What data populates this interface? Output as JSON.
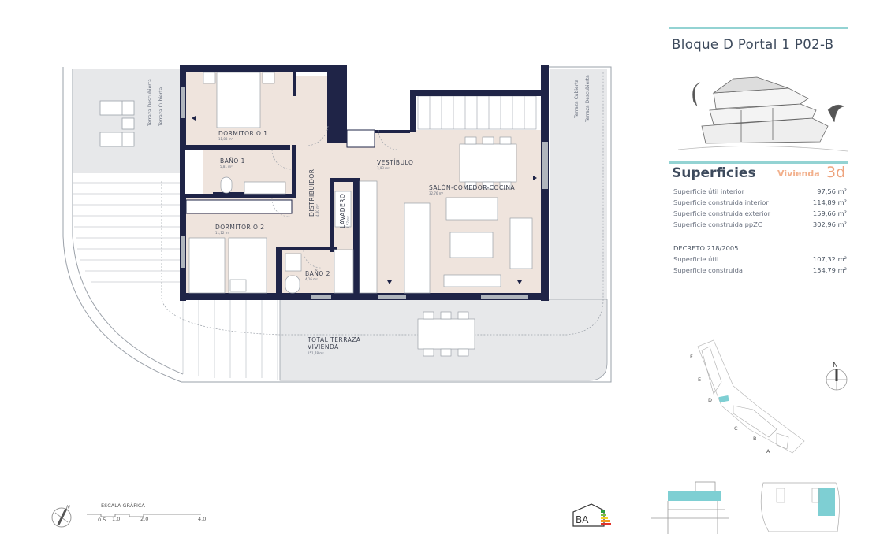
{
  "header": {
    "title": "Bloque D Portal 1 P02-B"
  },
  "superficies": {
    "heading": "Superficies",
    "vivienda_label": "Vivienda",
    "vivienda_type": "3d",
    "rows": [
      {
        "label": "Superficie útil interior",
        "value": "97,56 m²"
      },
      {
        "label": "Superficie construida interior",
        "value": "114,89 m²"
      },
      {
        "label": "Superficie construida exterior",
        "value": "159,66 m²"
      },
      {
        "label": "Superficie construida ppZC",
        "value": "302,96 m²"
      }
    ],
    "decreto": {
      "heading": "DECRETO 218/2005",
      "rows": [
        {
          "label": "Superficie útil",
          "value": "107,32 m²"
        },
        {
          "label": "Superficie construida",
          "value": "154,79 m²"
        }
      ]
    }
  },
  "plan": {
    "rooms": [
      {
        "name": "DORMITORIO 1",
        "area": "11,88 m²"
      },
      {
        "name": "BAÑO 1",
        "area": "5,81 m²"
      },
      {
        "name": "VESTÍBULO",
        "area": "3,93 m²"
      },
      {
        "name": "SALÓN-COMEDOR-COCINA",
        "area": "32,76 m²"
      },
      {
        "name": "DISTRIBUIDOR",
        "area": "4,80 m²"
      },
      {
        "name": "LAVADERO",
        "area": "1,57 m²"
      },
      {
        "name": "DORMITORIO 2",
        "area": "11,12 m²"
      },
      {
        "name": "BAÑO 2",
        "area": "4,16 m²"
      }
    ],
    "terrace_total": {
      "line1": "TOTAL  TERRAZA",
      "line2": "VIVIENDA",
      "area": "151,78 m²"
    },
    "terrace_labels": {
      "uncovered": "Terraza Descubierta",
      "covered": "Terraza Cubierta"
    }
  },
  "scale": {
    "title": "ESCALA GRÁFICA",
    "ticks": [
      "0.5",
      "1.0",
      "2.0",
      "4.0"
    ]
  },
  "compass": {
    "north": "N"
  },
  "site_map": {
    "blocks": [
      "F",
      "E",
      "D",
      "C",
      "B",
      "A"
    ],
    "highlight_color": "#7ecfd3"
  },
  "energy_logo": {
    "text": "BA"
  },
  "colors": {
    "wall": "#1f2447",
    "interior": "#efe4dd",
    "terrace": "#e7e8ea",
    "accent_teal": "#93d3d3",
    "accent_orange": "#eea47e"
  }
}
